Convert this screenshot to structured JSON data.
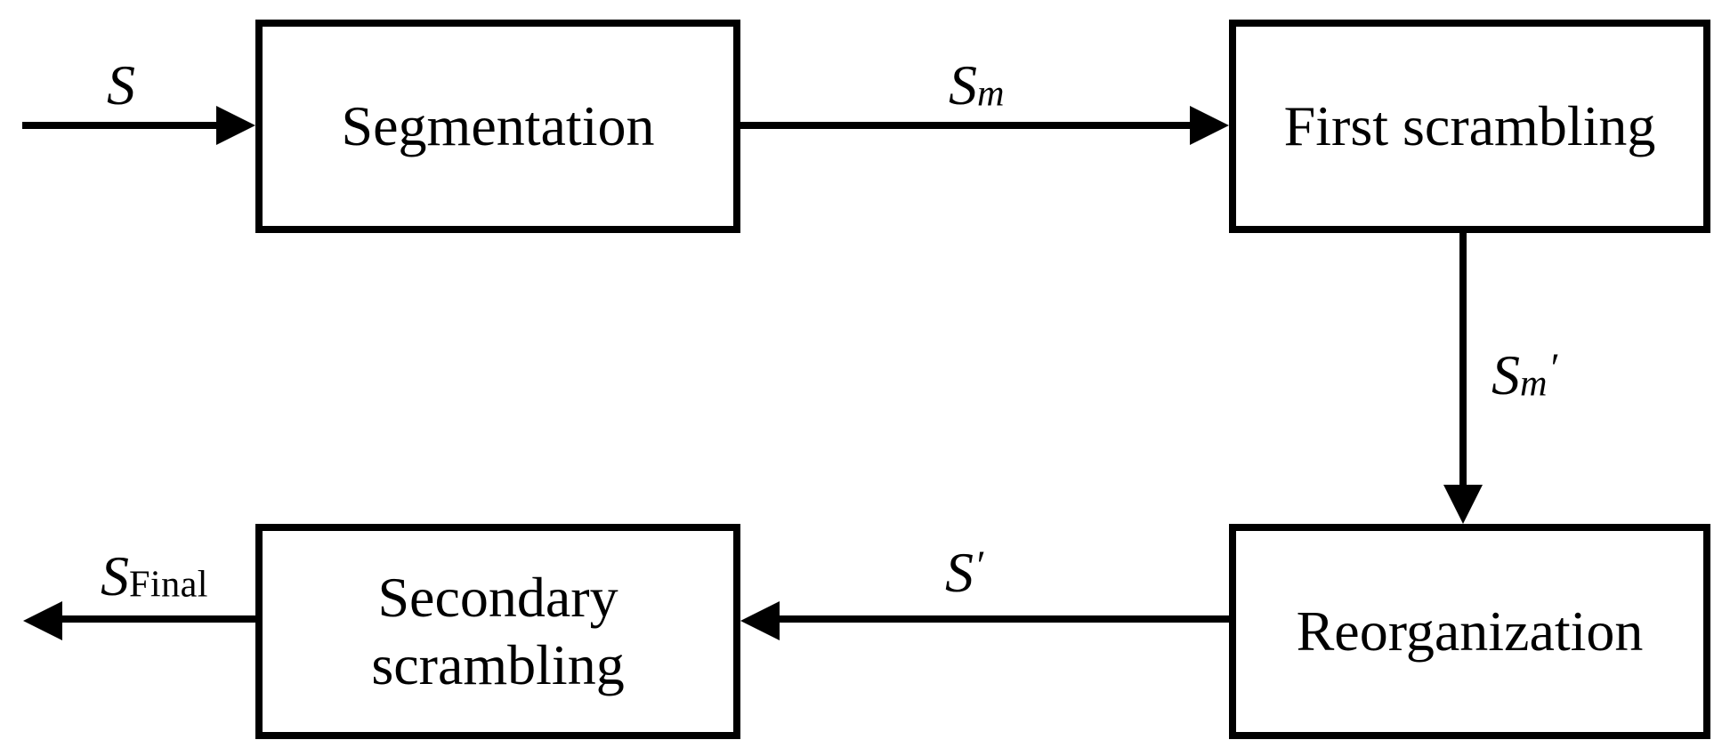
{
  "figure": {
    "background_color": "#ffffff",
    "stroke_color": "#000000",
    "boxes": [
      {
        "id": "segmentation",
        "lines": [
          "Segmentation"
        ]
      },
      {
        "id": "first-scrambling",
        "lines": [
          "First scrambling"
        ]
      },
      {
        "id": "secondary-scrambling",
        "lines": [
          "Secondary",
          "scrambling"
        ]
      },
      {
        "id": "reorganization",
        "lines": [
          "Reorganization"
        ]
      }
    ],
    "flow_labels": {
      "input": {
        "base": "S"
      },
      "segmented": {
        "base": "S",
        "sub": "m"
      },
      "first_scrambled": {
        "base": "S",
        "sub": "m",
        "prime": "′"
      },
      "reorganized": {
        "base": "S",
        "prime": "′"
      },
      "final": {
        "base": "S",
        "sub": "Final"
      }
    }
  }
}
